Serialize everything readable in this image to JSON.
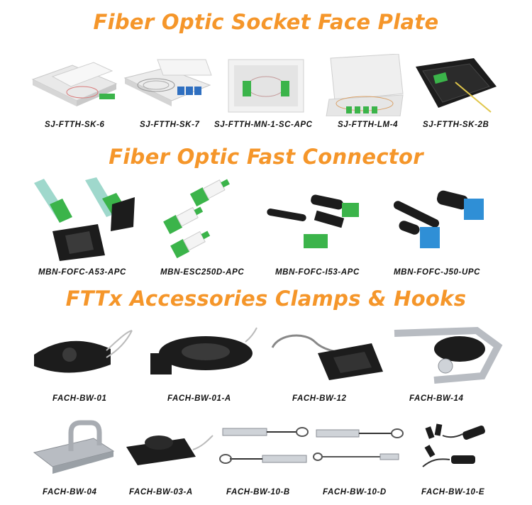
{
  "sections": {
    "socket": {
      "title": "Fiber Optic Socket Face Plate",
      "labels": [
        "SJ-FTTH-SK-6",
        "SJ-FTTH-SK-7",
        "SJ-FTTH-MN-1-SC-APC",
        "SJ-FTTH-LM-4",
        "SJ-FTTH-SK-2B"
      ]
    },
    "connector": {
      "title": "Fiber Optic Fast Connector",
      "labels": [
        "MBN-FOFC-A53-APC",
        "MBN-ESC250D-APC",
        "MBN-FOFC-I53-APC",
        "MBN-FOFC-J50-UPC"
      ]
    },
    "clamps": {
      "title": "FTTx Accessories Clamps & Hooks",
      "labels_row1": [
        "FACH-BW-01",
        "FACH-BW-01-A",
        "FACH-BW-12",
        "FACH-BW-14"
      ],
      "labels_row2": [
        "FACH-BW-04",
        "FACH-BW-03-A",
        "FACH-BW-10-B",
        "FACH-BW-10-D",
        "FACH-BW-10-E"
      ]
    }
  },
  "colors": {
    "heading": "#f5962a",
    "sc_apc_green": "#3bb44a",
    "sc_upc_blue": "#2f8fd6",
    "plastic_white": "#eeeeee",
    "plastic_black": "#1c1c1c",
    "metal": "#b8bcc2"
  }
}
